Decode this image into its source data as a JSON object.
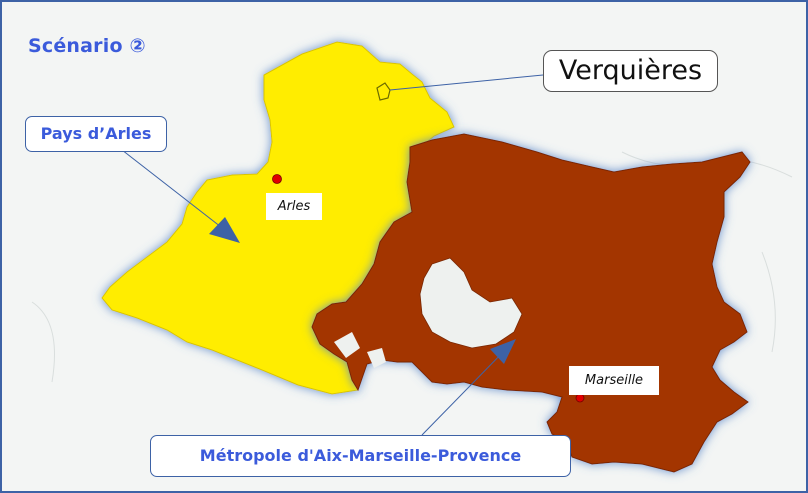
{
  "scenario_title": "Scénario ②",
  "callouts": {
    "verquieres": "Verquières",
    "pays_arles": "Pays d’Arles",
    "metropole": "Métropole d'Aix-Marseille-Provence"
  },
  "cities": {
    "arles": "Arles",
    "marseille": "Marseille"
  },
  "colors": {
    "pays_arles_fill": "#ffed00",
    "metropole_fill": "#a33606",
    "callout_text": "#3b5bdb",
    "frame_border": "#3d62a6",
    "city_marker": "#e00000"
  }
}
